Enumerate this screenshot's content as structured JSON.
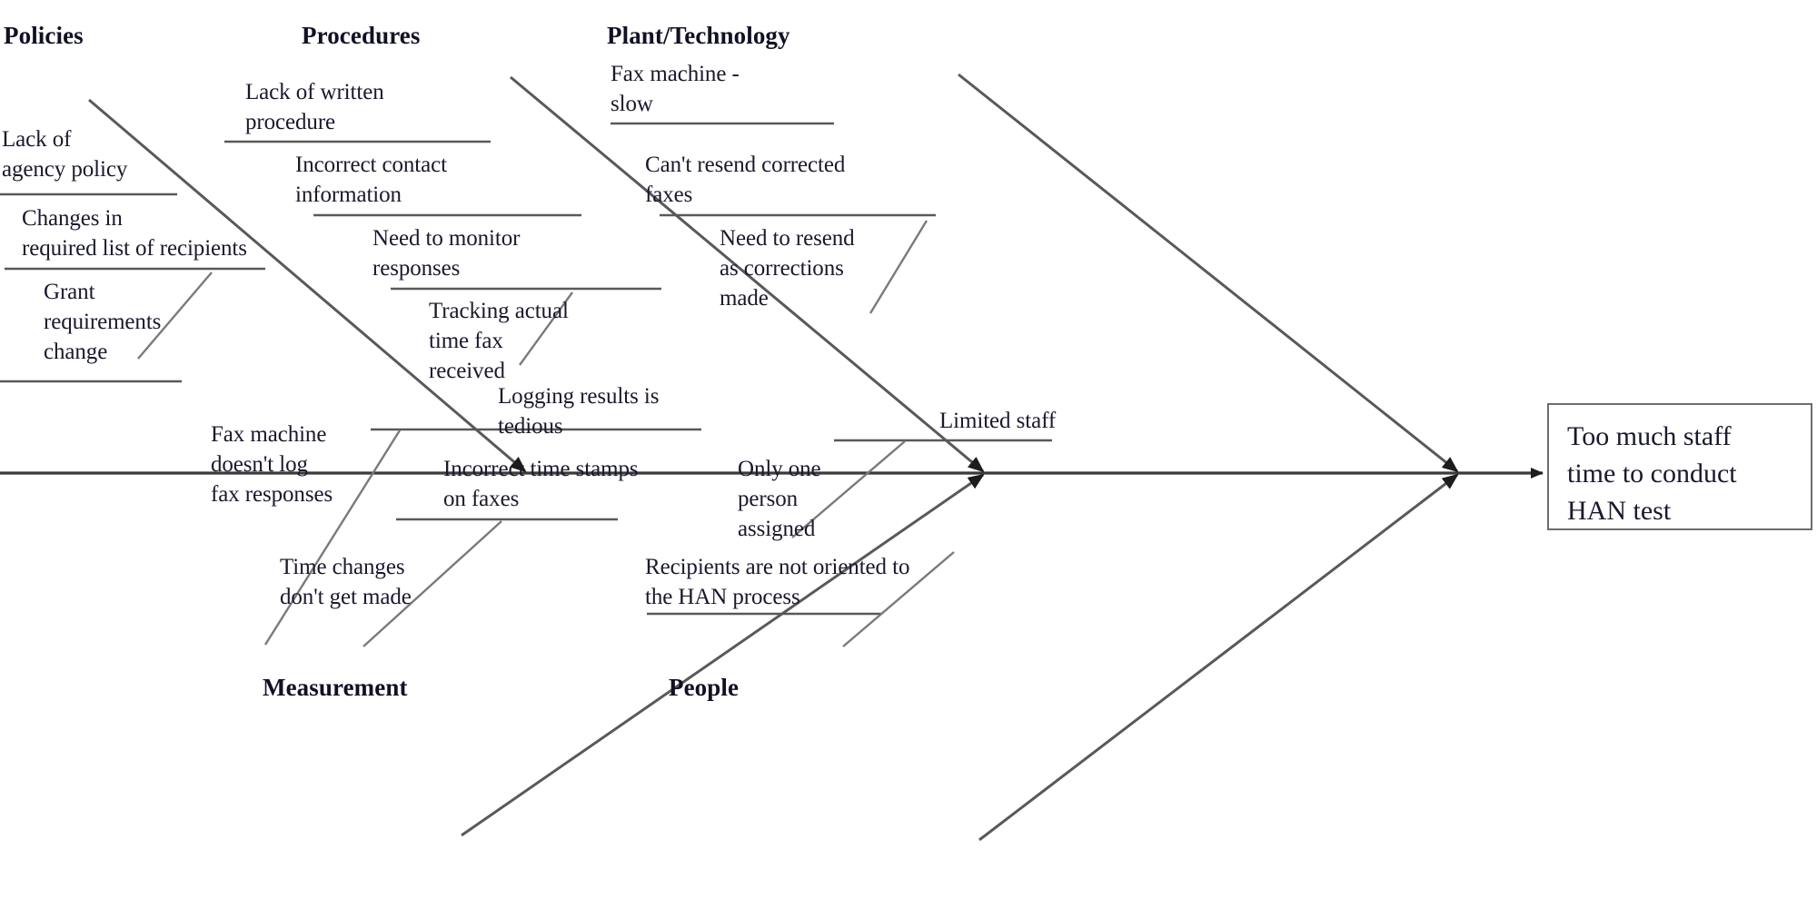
{
  "diagram": {
    "type": "fishbone-ishikawa",
    "effect": {
      "text": "Too much staff\ntime to conduct\nHAN test"
    },
    "categories": [
      {
        "id": "policies",
        "label": "Policies",
        "position": "top-left",
        "causes": [
          "Lack of\nagency policy",
          "Changes in\nrequired list  of recipients",
          "Grant\nrequirements\nchange"
        ]
      },
      {
        "id": "procedures",
        "label": "Procedures",
        "position": "top-center",
        "causes": [
          "Lack of written\nprocedure",
          "Incorrect contact\ninformation",
          "Need to monitor\nresponses",
          "Tracking actual\ntime fax\nreceived"
        ]
      },
      {
        "id": "plant-technology",
        "label": "Plant/Technology",
        "position": "top-right",
        "causes": [
          "Fax machine -\nslow",
          "Can't resend corrected\nfaxes",
          "Need to resend\nas corrections\nmade"
        ]
      },
      {
        "id": "measurement",
        "label": "Measurement",
        "position": "bottom-left",
        "causes": [
          "Logging  results is\ntedious",
          "Fax machine\ndoesn't log\nfax responses",
          "Incorrect time stamps\non faxes",
          "Time changes\ndon't get made"
        ]
      },
      {
        "id": "people",
        "label": "People",
        "position": "bottom-center",
        "causes": [
          "Limited staff",
          "Only one\nperson\nassigned",
          "Recipients are not oriented to\nthe HAN process"
        ]
      }
    ]
  },
  "colors": {
    "line": "#595959",
    "spine": "#2b2b2b",
    "text": "#19192e",
    "box_border": "#6d6d6d",
    "background": "#ffffff"
  }
}
